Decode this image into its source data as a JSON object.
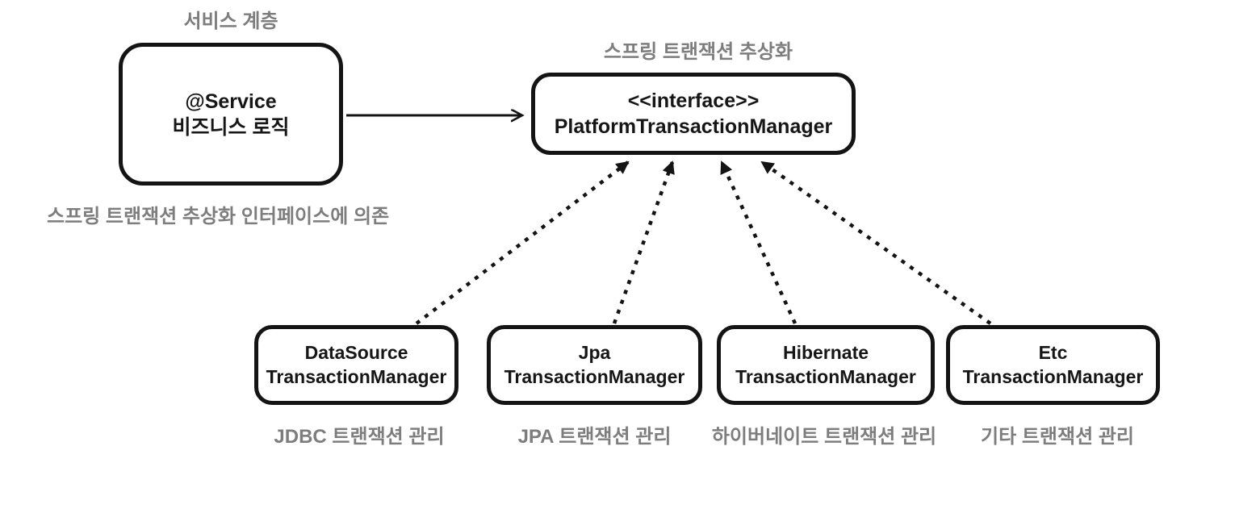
{
  "diagram": {
    "title_semantics": "Spring transaction abstraction diagram",
    "service_layer_label": "서비스 계층",
    "abstraction_label": "스프링 트랜잭션 추상화",
    "dependency_caption": "스프링 트랜잭션 추상화 인터페이스에 의존",
    "service_box": {
      "line1": "@Service",
      "line2": "비즈니스 로직"
    },
    "interface_box": {
      "stereotype": "<<interface>>",
      "name": "PlatformTransactionManager"
    },
    "implementations": [
      {
        "line1": "DataSource",
        "line2": "TransactionManager",
        "caption": "JDBC 트랜잭션 관리"
      },
      {
        "line1": "Jpa",
        "line2": "TransactionManager",
        "caption": "JPA 트랜잭션 관리"
      },
      {
        "line1": "Hibernate",
        "line2": "TransactionManager",
        "caption": "하이버네이트 트랜잭션 관리"
      },
      {
        "line1": "Etc",
        "line2": "TransactionManager",
        "caption": "기타 트랜잭션 관리"
      }
    ],
    "relations": {
      "solid_arrow": "service-to-interface dependency",
      "dashed_arrows": "implementations realize interface"
    },
    "colors": {
      "line": "#141414",
      "text": "#161616",
      "label_gray": "#7d7d7d",
      "background": "#ffffff"
    }
  }
}
